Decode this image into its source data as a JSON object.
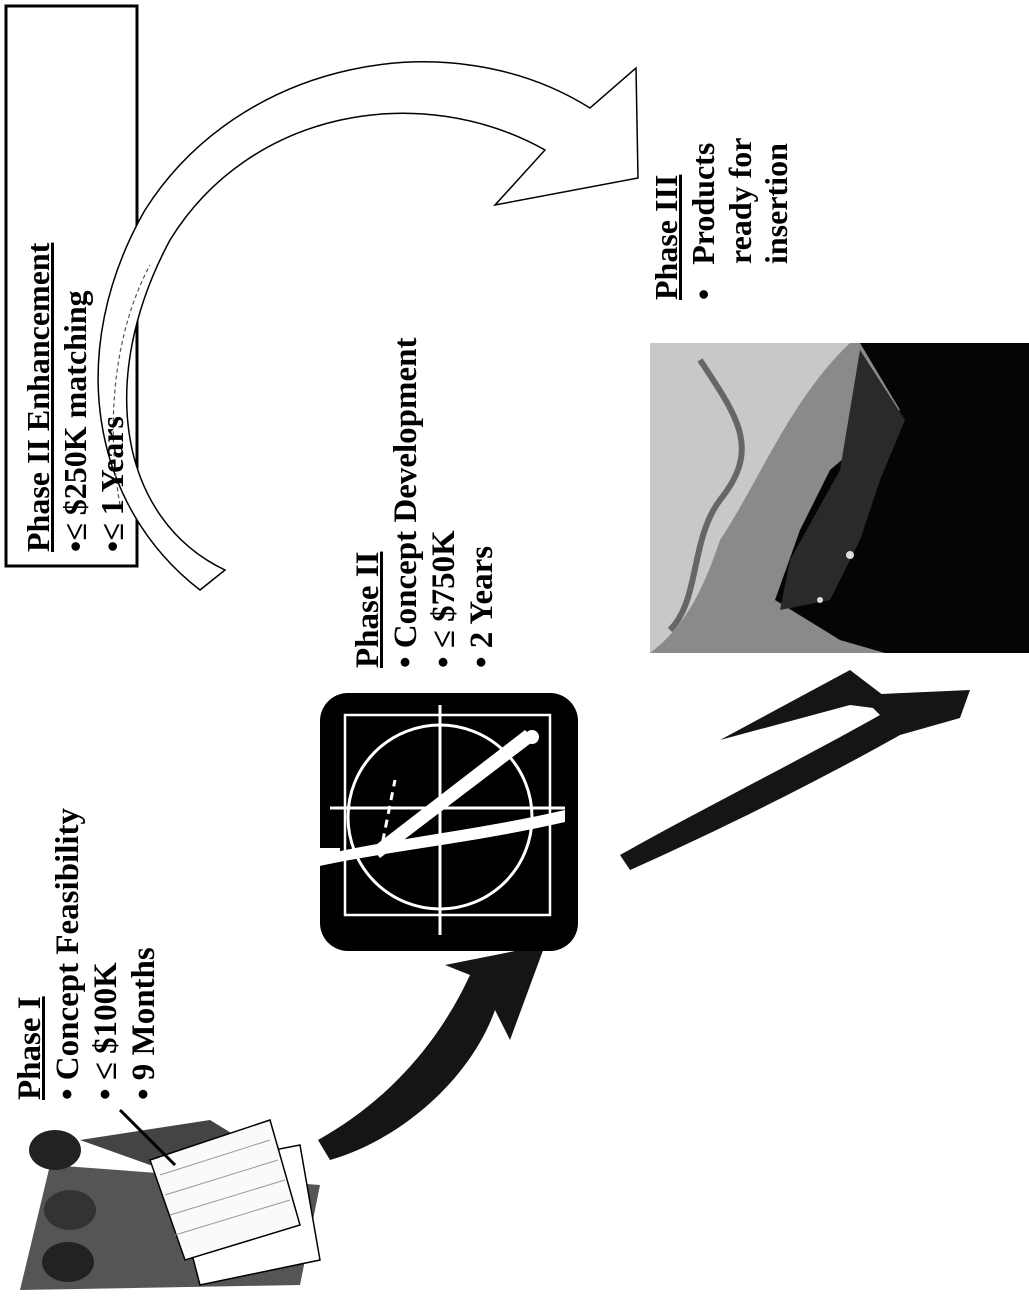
{
  "phase1": {
    "heading": "Phase I",
    "bullets": [
      "• Concept Feasibility",
      "• ≤ $100K",
      "• 9 Months"
    ]
  },
  "phase2": {
    "heading": "Phase II",
    "bullets": [
      "• Concept Development",
      "• ≤ $750K",
      "• 2 Years"
    ]
  },
  "phase2_enhancement": {
    "heading": "Phase II Enhancement",
    "bullets": [
      "•≤ $250K matching",
      "•≤ 1 Years"
    ]
  },
  "phase3": {
    "heading": "Phase III",
    "bullet": "•",
    "lines": [
      "Products",
      "ready for",
      "insertion"
    ]
  },
  "icons": [
    "people-at-table-icon",
    "drafting-compass-icon",
    "aircraft-photo"
  ]
}
